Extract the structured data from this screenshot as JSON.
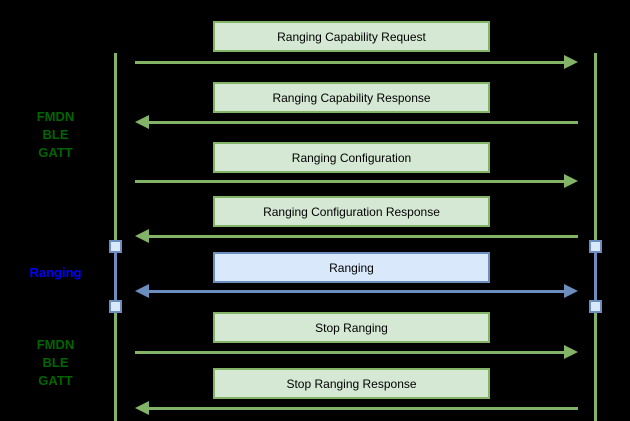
{
  "colors": {
    "background": "#000000",
    "green_box_fill": "#d5e8d4",
    "green_stroke": "#82b366",
    "blue_box_fill": "#dae8fc",
    "blue_stroke": "#6c8ebf",
    "side_label_green": "#006600",
    "side_label_blue": "#0000ff",
    "box_text": "#000000"
  },
  "side_labels": [
    {
      "text": "FMDN\nBLE\nGATT",
      "color": "green"
    },
    {
      "text": "Ranging",
      "color": "blue"
    },
    {
      "text": "FMDN\nBLE\nGATT",
      "color": "green"
    }
  ],
  "messages": [
    {
      "label": "Ranging Capability Request",
      "theme": "green",
      "direction": "right"
    },
    {
      "label": "Ranging Capability Response",
      "theme": "green",
      "direction": "left"
    },
    {
      "label": "Ranging Configuration",
      "theme": "green",
      "direction": "right"
    },
    {
      "label": "Ranging Configuration Response",
      "theme": "green",
      "direction": "left"
    },
    {
      "label": "Ranging",
      "theme": "blue",
      "direction": "both"
    },
    {
      "label": "Stop Ranging",
      "theme": "green",
      "direction": "right"
    },
    {
      "label": "Stop Ranging Response",
      "theme": "green",
      "direction": "left"
    }
  ]
}
